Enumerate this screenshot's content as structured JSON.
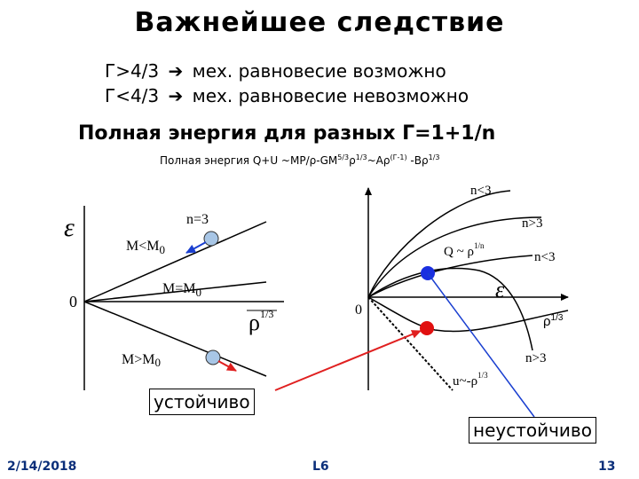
{
  "title": "Важнейшее следствие",
  "lines": [
    {
      "lhs": "Г>4/3",
      "rhs": "мех. равновесие возможно"
    },
    {
      "lhs": "Г<4/3",
      "rhs": "мех. равновесие невозможно"
    }
  ],
  "arrow_glyph": "➔",
  "heading": "Полная энергия для разных Г=1+1/n",
  "formula": {
    "pre": "Полная энергия Q+U ~MP/ρ-GM",
    "sup1": "5/3",
    "mid1": "ρ",
    "sup2": "1/3",
    "mid2": "~Aρ",
    "sup3": "(Г-1)",
    "mid3": " -Bρ",
    "sup4": "1/3"
  },
  "left_diagram": {
    "y_label": "ε",
    "zero": "0",
    "x_label": "ρ",
    "x_exp": "1/3",
    "n_label": "n=3",
    "m_less": "M<M",
    "m_less_sub": "0",
    "m_equal": "M=M",
    "m_equal_sub": "0",
    "m_greater": "M>M",
    "m_greater_sub": "0"
  },
  "right_diagram": {
    "zero": "0",
    "x_label": "ρ",
    "x_exp": "1/3",
    "epsilon": "ε",
    "n_lt3_top": "n<3",
    "n_gt3_top": "n>3",
    "n_lt3_mid": "n<3",
    "n_gt3_bottom": "n>3",
    "q_label": "Q ~ ρ",
    "q_exp": "1/n",
    "u_label": "u~-ρ",
    "u_exp": "1/3"
  },
  "stable_label": "устойчиво",
  "unstable_label": "неустойчиво",
  "footer": {
    "date": "2/14/2018",
    "center": "L6",
    "page": "13"
  },
  "colors": {
    "marker_blue": "#1a2fe0",
    "marker_red": "#e11010",
    "arrow_red": "#e02020",
    "arrow_blue": "#1a3fd0",
    "node_fill": "#a8c6e6",
    "footer_text": "#0b2f7a"
  }
}
